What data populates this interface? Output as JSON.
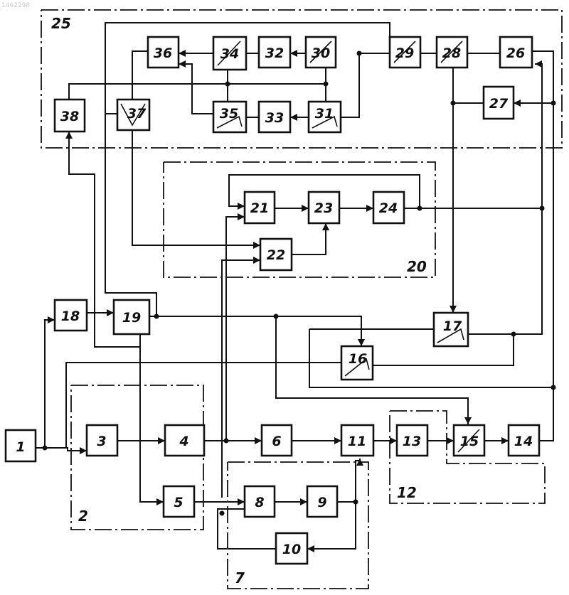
{
  "scan_id": "1462298",
  "blocks": [
    {
      "id": "b1",
      "label": "1"
    },
    {
      "id": "b3",
      "label": "3"
    },
    {
      "id": "b4",
      "label": "4"
    },
    {
      "id": "b5",
      "label": "5"
    },
    {
      "id": "b6",
      "label": "6"
    },
    {
      "id": "b8",
      "label": "8"
    },
    {
      "id": "b9",
      "label": "9"
    },
    {
      "id": "b10",
      "label": "10"
    },
    {
      "id": "b11",
      "label": "11"
    },
    {
      "id": "b13",
      "label": "13"
    },
    {
      "id": "b14",
      "label": "14"
    },
    {
      "id": "b15",
      "label": "15"
    },
    {
      "id": "b16",
      "label": "16"
    },
    {
      "id": "b17",
      "label": "17"
    },
    {
      "id": "b18",
      "label": "18"
    },
    {
      "id": "b19",
      "label": "19"
    },
    {
      "id": "b21",
      "label": "21"
    },
    {
      "id": "b22",
      "label": "22"
    },
    {
      "id": "b23",
      "label": "23"
    },
    {
      "id": "b24",
      "label": "24"
    },
    {
      "id": "b26",
      "label": "26"
    },
    {
      "id": "b27",
      "label": "27"
    },
    {
      "id": "b28",
      "label": "28"
    },
    {
      "id": "b29",
      "label": "29"
    },
    {
      "id": "b30",
      "label": "30"
    },
    {
      "id": "b31",
      "label": "31"
    },
    {
      "id": "b32",
      "label": "32"
    },
    {
      "id": "b33",
      "label": "33"
    },
    {
      "id": "b34",
      "label": "34"
    },
    {
      "id": "b35",
      "label": "35"
    },
    {
      "id": "b36",
      "label": "36"
    },
    {
      "id": "b37",
      "label": "37"
    },
    {
      "id": "b38",
      "label": "38"
    }
  ],
  "groups": [
    {
      "id": "g2",
      "label": "2"
    },
    {
      "id": "g7",
      "label": "7"
    },
    {
      "id": "g12",
      "label": "12"
    },
    {
      "id": "g20",
      "label": "20"
    },
    {
      "id": "g25",
      "label": "25"
    }
  ]
}
